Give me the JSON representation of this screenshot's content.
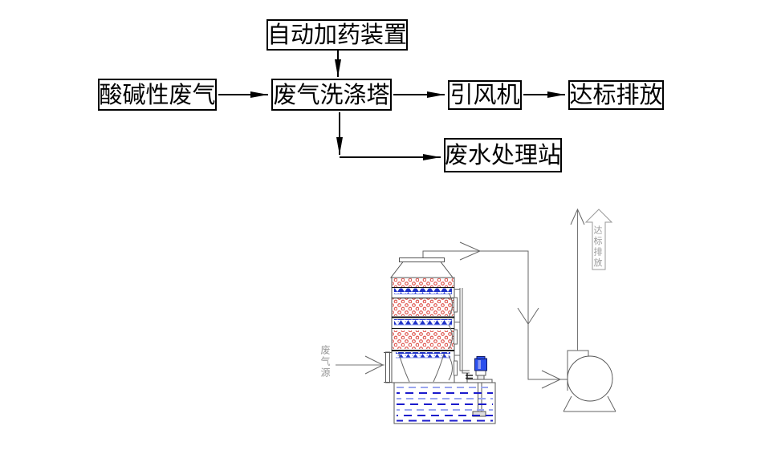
{
  "flowchart": {
    "dosing": "自动加药装置",
    "inlet": "酸碱性废气",
    "scrubber": "废气洗涤塔",
    "fan": "引风机",
    "outlet": "达标排放",
    "wastewater": "废水处理站"
  },
  "equipment_drawing": {
    "gas_source": "废气源",
    "stack_discharge": "达标排放",
    "colors": {
      "packing_red": "#dd4b43",
      "nozzle_blue": "#1f32c8",
      "nozzle_light": "#8f9cf0",
      "water_dark": "#1a1acc",
      "water_light": "#9aa6f0",
      "pump_blue": "#2b50ee",
      "line_gray": "#666666",
      "label_gray": "#999999"
    }
  }
}
